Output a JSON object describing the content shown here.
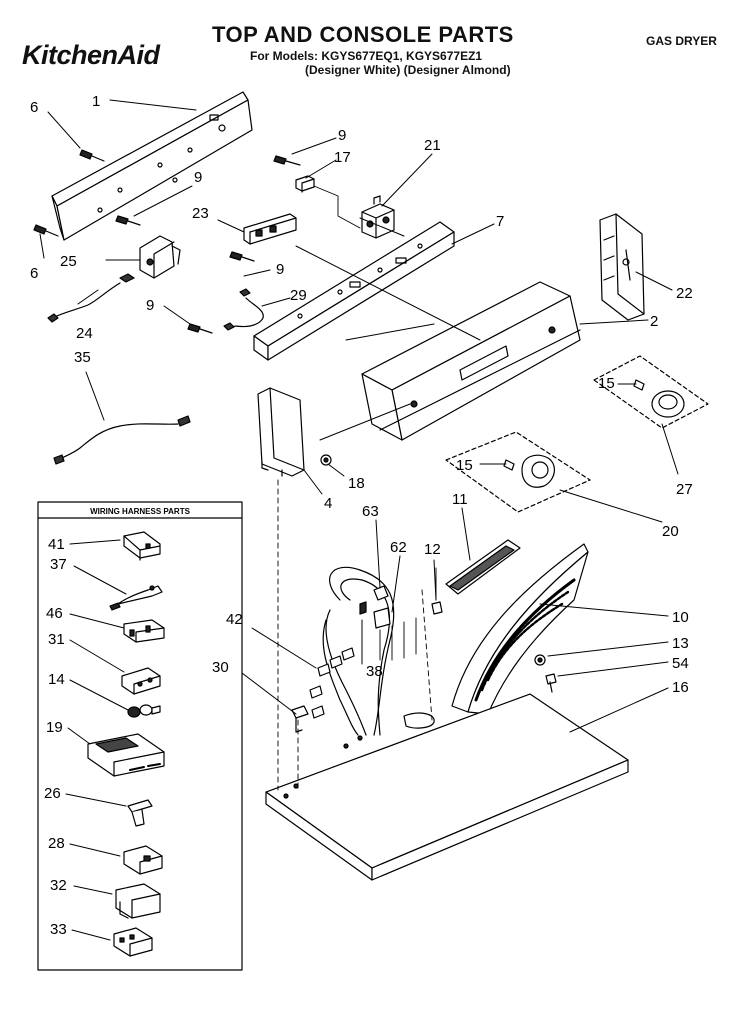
{
  "header": {
    "brand": "KitchenAid",
    "title": "TOP AND CONSOLE PARTS",
    "models": "For Models: KGYS677EQ1, KGYS677EZ1",
    "variants": "(Designer White) (Designer Almond)",
    "dryer_type": "GAS DRYER"
  },
  "harness_box": {
    "title": "WIRING HARNESS PARTS",
    "items": [
      "41",
      "37",
      "46",
      "31",
      "14",
      "19",
      "26",
      "28",
      "32",
      "33"
    ]
  },
  "callouts": {
    "c1": "1",
    "c6a": "6",
    "c6b": "6",
    "c9a": "9",
    "c9b": "9",
    "c9c": "9",
    "c9d": "9",
    "c17": "17",
    "c21": "21",
    "c23": "23",
    "c7": "7",
    "c22": "22",
    "c25": "25",
    "c29": "29",
    "c24": "24",
    "c35": "35",
    "c2": "2",
    "c15a": "15",
    "c15b": "15",
    "c27": "27",
    "c18": "18",
    "c4": "4",
    "c20": "20",
    "c63": "63",
    "c62": "62",
    "c11": "11",
    "c12": "12",
    "c10": "10",
    "c13": "13",
    "c54": "54",
    "c16": "16",
    "c42": "42",
    "c38": "38",
    "c30": "30"
  }
}
